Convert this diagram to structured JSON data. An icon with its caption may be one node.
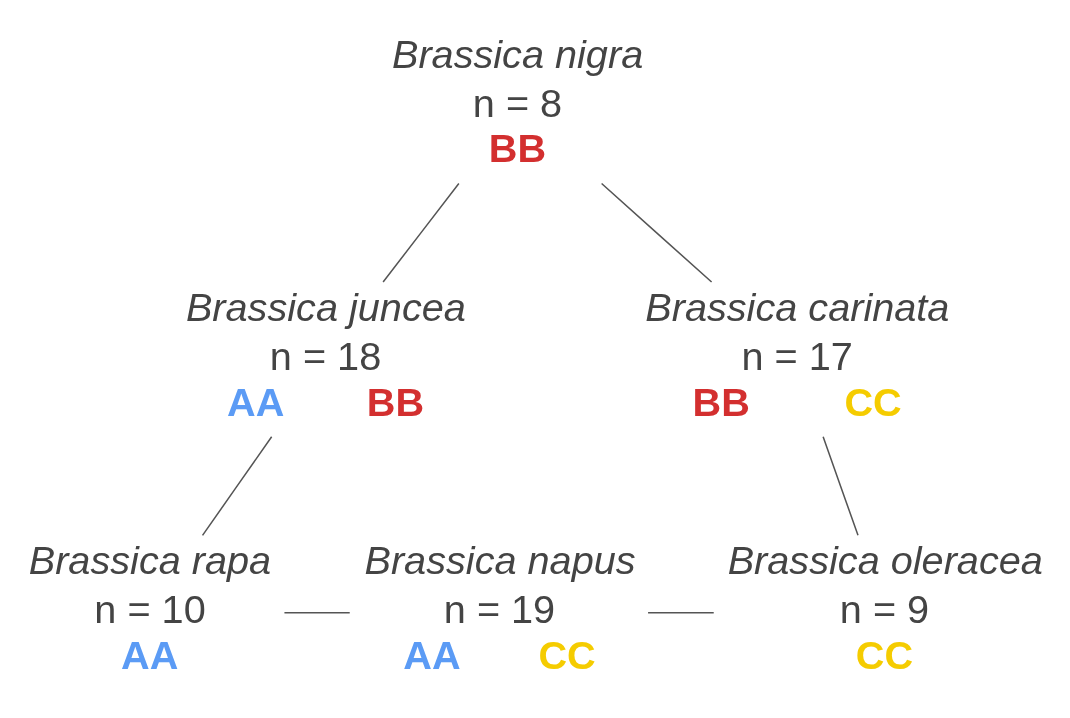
{
  "diagram": {
    "nodes": [
      {
        "text": [
          "Brassica nigra",
          "n = 8",
          "BB"
        ]
      },
      {
        "text": [
          "Brassica juncea",
          "n = 18",
          "AA",
          "BB"
        ]
      },
      {
        "text": [
          "Brassica carinata",
          "n = 17",
          "BB",
          "CC"
        ]
      },
      {
        "text": [
          "Brassica rapa",
          "n = 10",
          "AA"
        ]
      },
      {
        "text": [
          "Brassica napus",
          "n = 19",
          "AA",
          "CC"
        ]
      },
      {
        "text": [
          "Brassica oleracea",
          "n = 9",
          "CC"
        ]
      }
    ],
    "edges": [
      {
        "from": 0,
        "to": 1,
        "arrow": "none"
      },
      {
        "from": 0,
        "to": 2,
        "arrow": "none"
      },
      {
        "from": 1,
        "to": 3,
        "arrow": "none"
      },
      {
        "from": 2,
        "to": 5,
        "arrow": "none"
      },
      {
        "from": 3,
        "to": 4,
        "arrow": "none"
      },
      {
        "from": 4,
        "to": 5,
        "arrow": "none"
      }
    ]
  }
}
